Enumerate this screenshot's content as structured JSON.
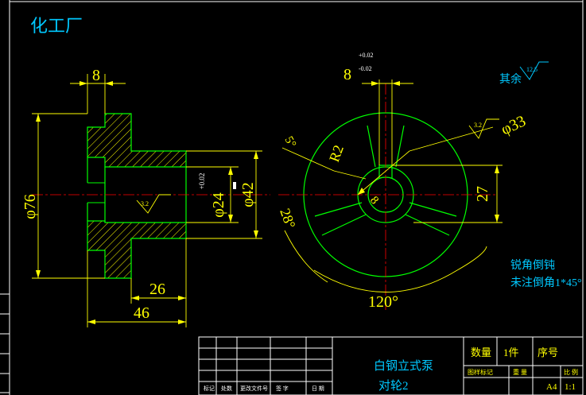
{
  "title": "化工厂",
  "dimensions": {
    "top_width": "8",
    "outer_dia": "φ76",
    "bore_tol": "+0.02",
    "bore_dia": "φ24",
    "hub_dia": "φ42",
    "rough_left": "3.2",
    "len_26": "26",
    "len_46": "46",
    "key_width": "8",
    "key_tol_upper": "+0.02",
    "key_tol_lower": "-0.02",
    "rough_right": "3.2",
    "dia_33": "φ33",
    "angle_5": "5°",
    "radius_2": "R2",
    "dim_27": "27",
    "dim_28": "28°",
    "dim_8_small": "8",
    "angle_120": "120°"
  },
  "surface": {
    "rest_label": "其余",
    "rest_value": "12.5"
  },
  "notes": {
    "line1": "锐角倒钝",
    "line2": "未注倒角1*45°"
  },
  "title_block": {
    "part_name": "白钢立式泵",
    "drawing_name": "对轮2",
    "qty_label": "数量",
    "qty_value": "1件",
    "serial_label": "序号",
    "hdr_col1": "图样标记",
    "hdr_col2": "重 量",
    "hdr_col3": "比 例",
    "sheet_size": "A4",
    "scale": "1:1",
    "footer": [
      "标记",
      "处数",
      "更改文件号",
      "签 字",
      "日 期"
    ]
  }
}
